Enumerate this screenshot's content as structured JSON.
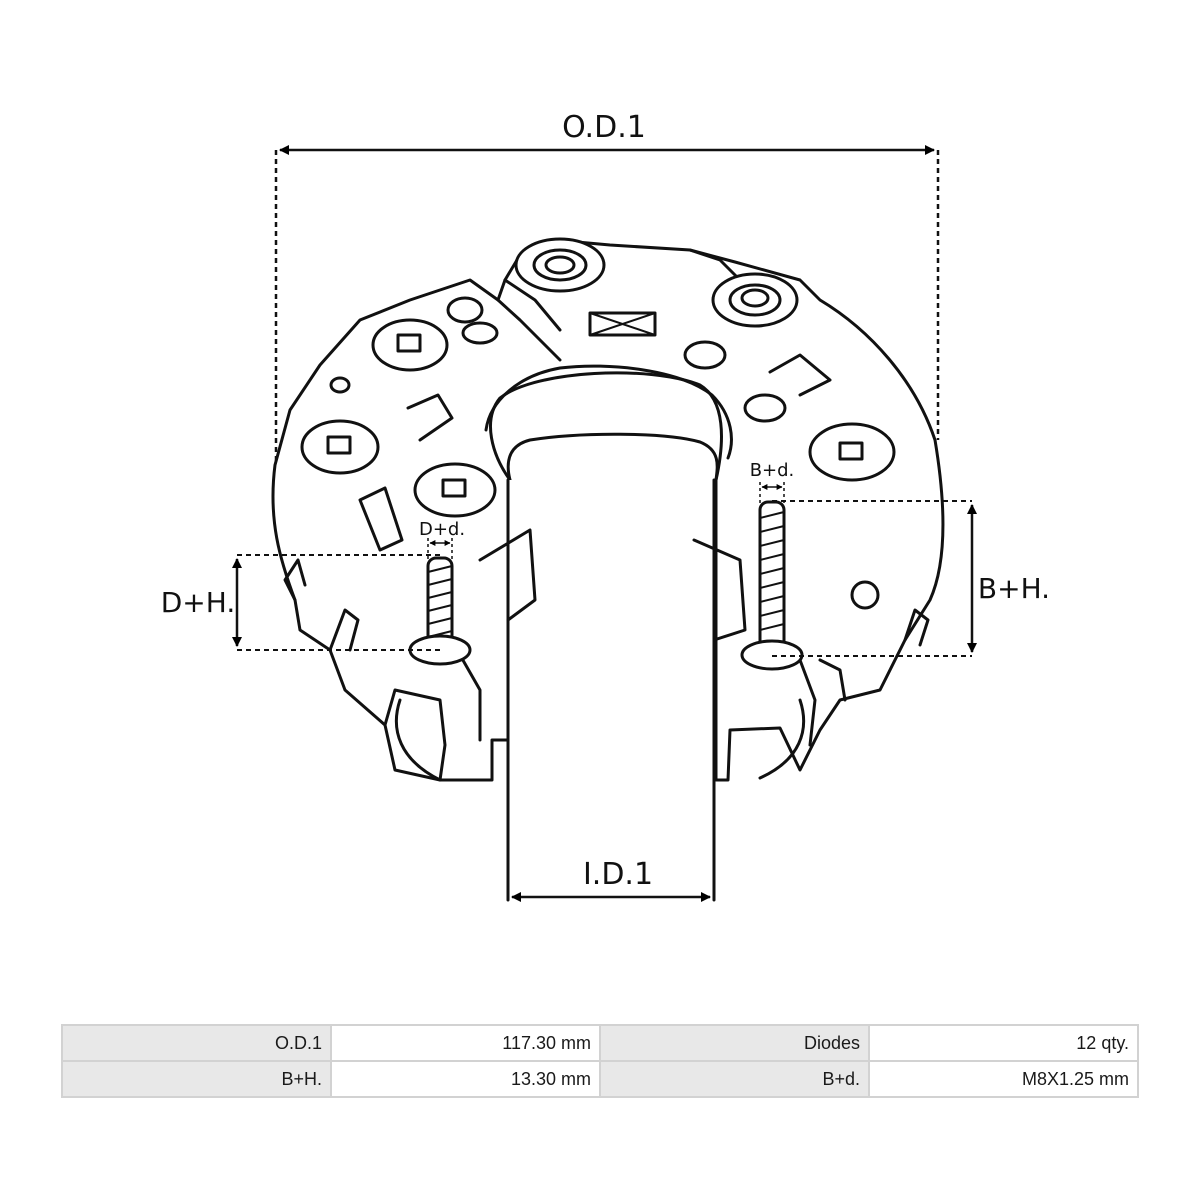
{
  "labels": {
    "od": "O.D.1",
    "id": "I.D.1",
    "dh": "D+H.",
    "dd": "D+d.",
    "bd": "B+d.",
    "bh": "B+H."
  },
  "specs": [
    [
      {
        "key": "O.D.1",
        "value": "117.30 mm"
      },
      {
        "key": "Diodes",
        "value": "12 qty."
      }
    ],
    [
      {
        "key": "B+H.",
        "value": "13.30 mm"
      },
      {
        "key": "B+d.",
        "value": "M8X1.25 mm"
      }
    ]
  ]
}
